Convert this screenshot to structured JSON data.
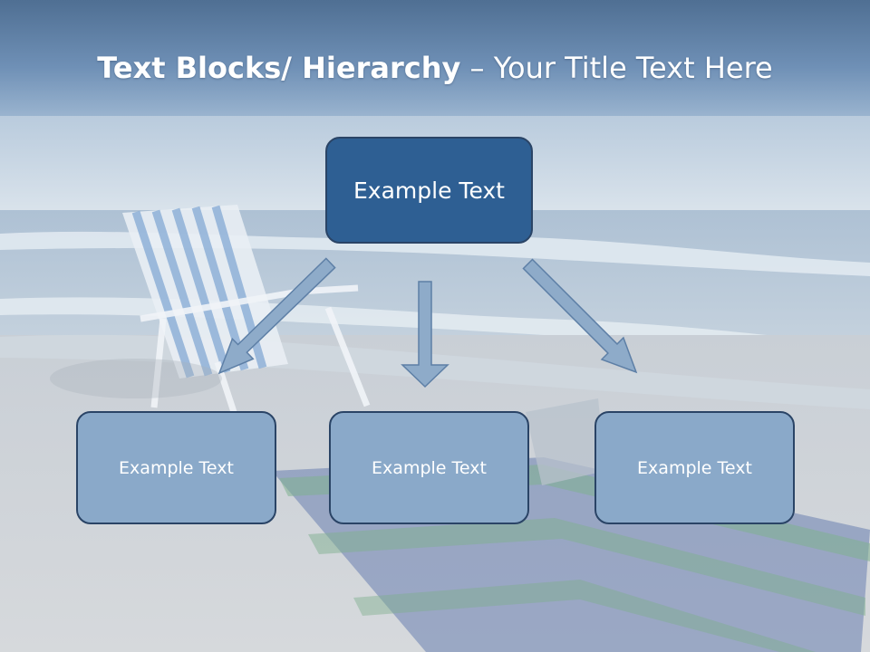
{
  "slide": {
    "title_bold": "Text Blocks/ Hierarchy",
    "title_dash": " – ",
    "title_rest": "Your Title Text Here"
  },
  "hierarchy": {
    "top": "Example Text",
    "children": [
      "Example Text",
      "Example Text",
      "Example Text"
    ]
  },
  "colors": {
    "top_box": "#2e5f93",
    "child_box": "#8aa9c9",
    "border": "#2a4466",
    "arrow": "#8eabc9"
  }
}
